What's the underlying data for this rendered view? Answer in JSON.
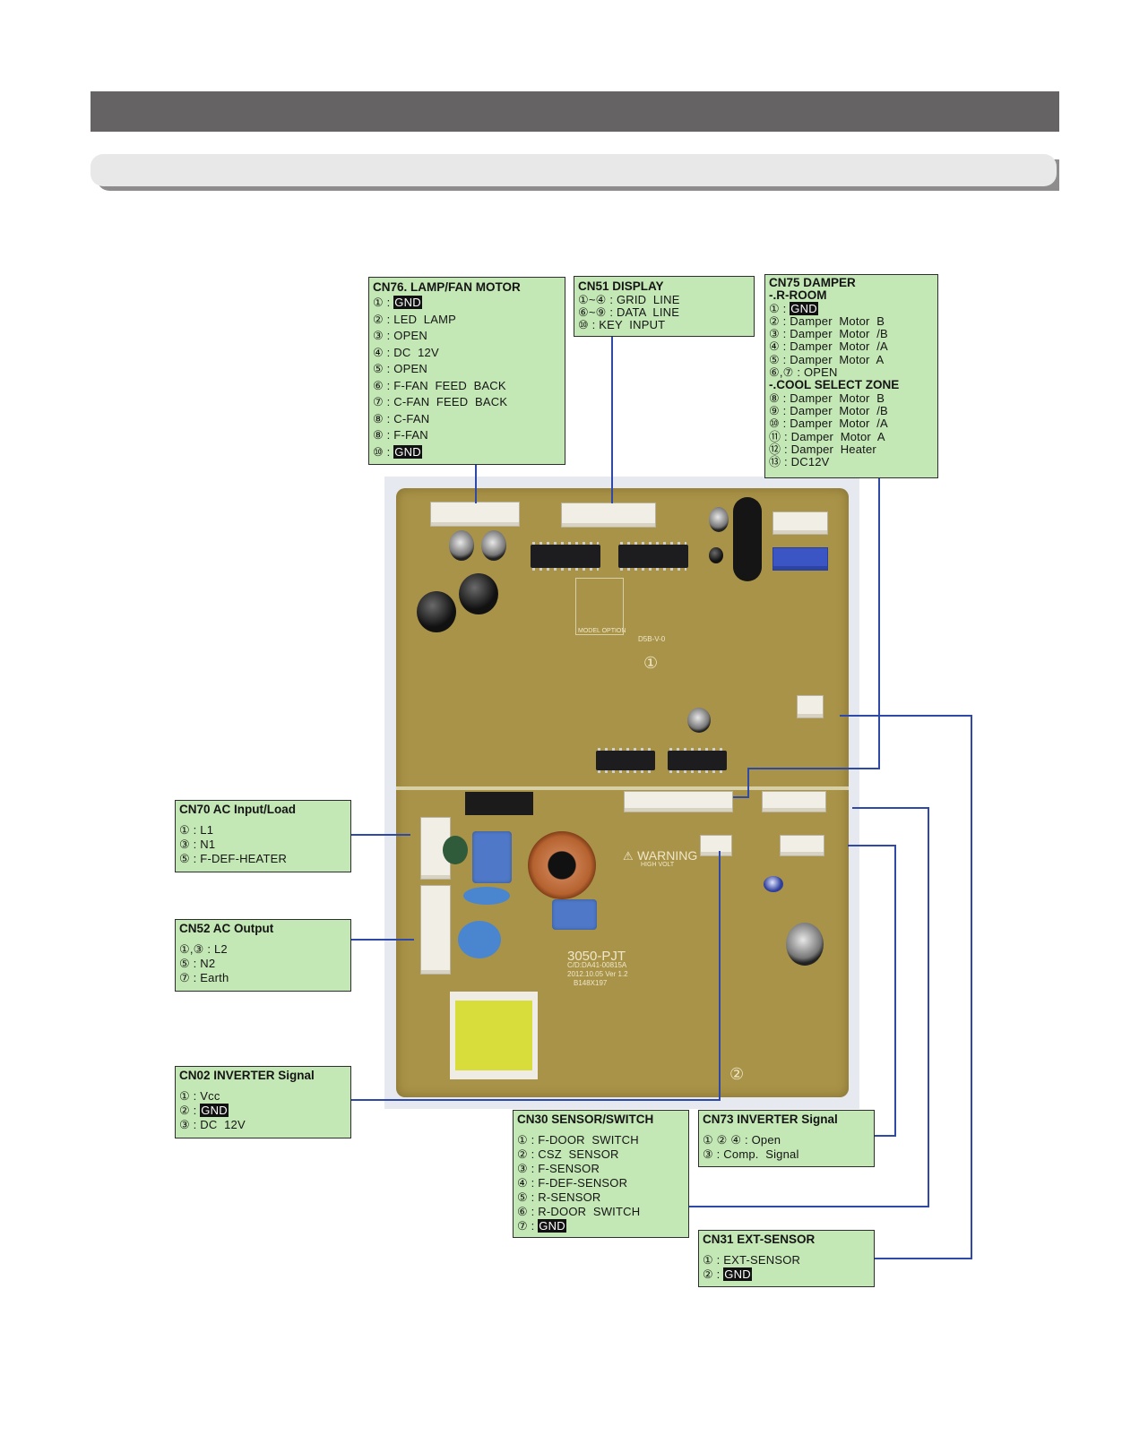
{
  "header": {
    "title": "",
    "subtitle": ""
  },
  "colors": {
    "header_bar": "#656364",
    "sub_bar": "#e8e8e8",
    "label_box": "#c3e7b5",
    "leader_line": "#2f49a8",
    "pcb": "#a99348"
  },
  "pcb": {
    "silkscreen": {
      "model": "3050-PJT",
      "code": "C/D:DA41-00815A",
      "date": "2012.10.05  Ver 1.2",
      "size": "B148X197",
      "warning": "WARNING",
      "warning_sub": "HIGH VOLT",
      "model_option": "MODEL OPTION",
      "rating": "D5B-V-0",
      "circle_1": "①",
      "circle_2": "②"
    }
  },
  "connectors": {
    "cn76": {
      "title": "CN76. LAMP/FAN MOTOR",
      "rows": [
        {
          "pin": "①",
          "sep": " : ",
          "value": "GND",
          "gnd": true
        },
        {
          "pin": "②",
          "sep": " : ",
          "value": "LED  LAMP"
        },
        {
          "pin": "③",
          "sep": " : ",
          "value": "OPEN"
        },
        {
          "pin": "④",
          "sep": " : ",
          "value": "DC  12V"
        },
        {
          "pin": "⑤",
          "sep": " : ",
          "value": "OPEN"
        },
        {
          "pin": "⑥",
          "sep": " : ",
          "value": "F-FAN  FEED  BACK"
        },
        {
          "pin": "⑦",
          "sep": " : ",
          "value": "C-FAN  FEED  BACK"
        },
        {
          "pin": "⑧",
          "sep": " : ",
          "value": "C-FAN"
        },
        {
          "pin": "⑧",
          "sep": " : ",
          "value": "F-FAN"
        },
        {
          "pin": "⑩",
          "sep": " : ",
          "value": "GND",
          "gnd": true
        }
      ]
    },
    "cn51": {
      "title": "CN51  DISPLAY",
      "rows": [
        {
          "pin": "①~④",
          "sep": " : ",
          "value": "GRID  LINE"
        },
        {
          "pin": "⑥~⑨",
          "sep": " : ",
          "value": "DATA  LINE"
        },
        {
          "pin": "⑩",
          "sep": " : ",
          "value": "KEY  INPUT"
        }
      ]
    },
    "cn75": {
      "title": "CN75  DAMPER",
      "section1": "-.R-ROOM",
      "rows1": [
        {
          "pin": "①",
          "sep": " : ",
          "value": "GND",
          "gnd": true
        },
        {
          "pin": "②",
          "sep": " : ",
          "value": "Damper  Motor  B"
        },
        {
          "pin": "③",
          "sep": " : ",
          "value": "Damper  Motor  /B"
        },
        {
          "pin": "④",
          "sep": " : ",
          "value": "Damper  Motor  /A"
        },
        {
          "pin": "⑤",
          "sep": " : ",
          "value": "Damper  Motor  A"
        },
        {
          "pin": "⑥,⑦",
          "sep": " : ",
          "value": "OPEN"
        }
      ],
      "section2": "-.COOL  SELECT  ZONE",
      "rows2": [
        {
          "pin": "⑧",
          "sep": " : ",
          "value": "Damper  Motor  B"
        },
        {
          "pin": "⑨",
          "sep": " : ",
          "value": "Damper  Motor  /B"
        },
        {
          "pin": "⑩",
          "sep": " : ",
          "value": "Damper  Motor  /A"
        },
        {
          "pin": "⑪",
          "sep": " : ",
          "value": "Damper  Motor  A"
        },
        {
          "pin": "⑫",
          "sep": " : ",
          "value": "Damper  Heater"
        },
        {
          "pin": "⑬",
          "sep": " : ",
          "value": "DC12V"
        }
      ]
    },
    "cn70": {
      "title": "CN70  AC  Input/Load",
      "rows": [
        {
          "pin": "①",
          "sep": " : ",
          "value": "L1"
        },
        {
          "pin": "③",
          "sep": " : ",
          "value": "N1"
        },
        {
          "pin": "⑤",
          "sep": " : ",
          "value": "F-DEF-HEATER"
        }
      ]
    },
    "cn52": {
      "title": "CN52  AC  Output",
      "rows": [
        {
          "pin": "①,③",
          "sep": " : ",
          "value": "L2"
        },
        {
          "pin": "⑤",
          "sep": " : ",
          "value": "N2"
        },
        {
          "pin": "⑦",
          "sep": " : ",
          "value": "Earth"
        }
      ]
    },
    "cn02": {
      "title": "CN02  INVERTER  Signal",
      "rows": [
        {
          "pin": "①",
          "sep": " : ",
          "value": "Vcc"
        },
        {
          "pin": "②",
          "sep": " : ",
          "value": "GND",
          "gnd": true
        },
        {
          "pin": "③",
          "sep": " : ",
          "value": "DC  12V"
        }
      ]
    },
    "cn30": {
      "title": "CN30  SENSOR/SWITCH",
      "rows": [
        {
          "pin": "①",
          "sep": " : ",
          "value": "F-DOOR  SWITCH"
        },
        {
          "pin": "②",
          "sep": " : ",
          "value": "CSZ  SENSOR"
        },
        {
          "pin": "③",
          "sep": " : ",
          "value": "F-SENSOR"
        },
        {
          "pin": "④",
          "sep": " : ",
          "value": "F-DEF-SENSOR"
        },
        {
          "pin": "⑤",
          "sep": " : ",
          "value": "R-SENSOR"
        },
        {
          "pin": "⑥",
          "sep": " : ",
          "value": "R-DOOR  SWITCH"
        },
        {
          "pin": "⑦",
          "sep": " : ",
          "value": "GND",
          "gnd": true
        }
      ]
    },
    "cn73": {
      "title": "CN73  INVERTER  Signal",
      "rows": [
        {
          "pin": "① ② ④",
          "sep": " : ",
          "value": "Open"
        },
        {
          "pin": "③",
          "sep": " : ",
          "value": "Comp.  Signal"
        }
      ]
    },
    "cn31": {
      "title": "CN31  EXT-SENSOR",
      "rows": [
        {
          "pin": "①",
          "sep": " : ",
          "value": "EXT-SENSOR"
        },
        {
          "pin": "②",
          "sep": " : ",
          "value": "GND",
          "gnd": true
        }
      ]
    }
  }
}
